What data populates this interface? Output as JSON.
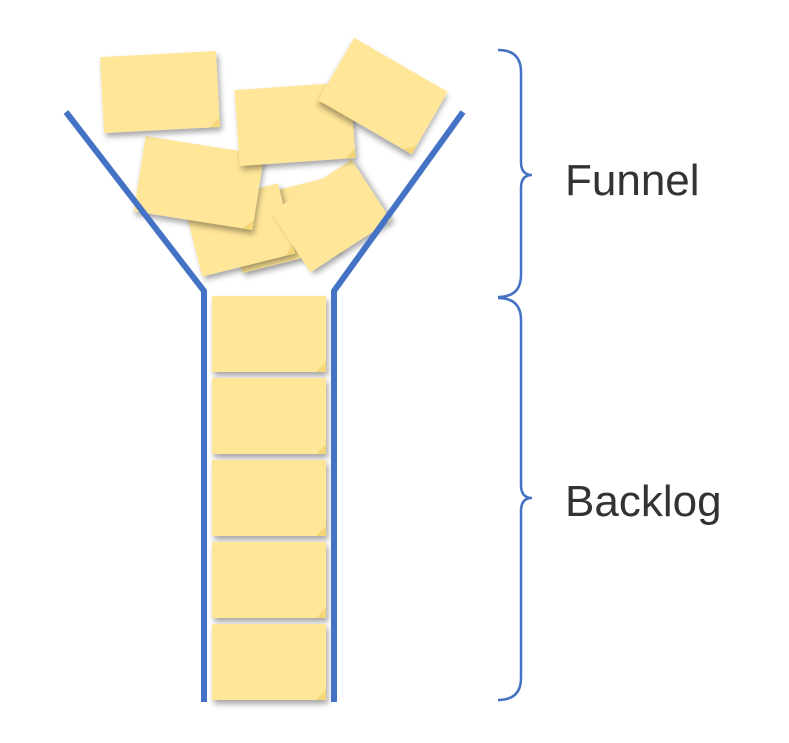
{
  "labels": {
    "funnel": "Funnel",
    "backlog": "Backlog"
  },
  "colors": {
    "funnel_line": "#4472C4",
    "brace": "#4472C4",
    "note_fill": "#FFE699",
    "note_fold": "#F5D77A",
    "label_text": "#333333"
  },
  "notes": {
    "funnel_note_count": 7,
    "backlog_note_count": 5
  }
}
